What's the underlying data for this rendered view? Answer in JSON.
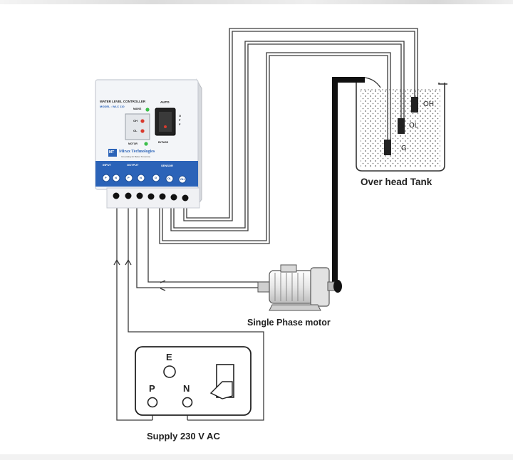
{
  "controller": {
    "title": "WATER LEVEL CONTROLLER",
    "model": "MODEL : WLC 110",
    "led_labels": {
      "power": "MAINS",
      "motor": "MOTOR"
    },
    "probe_labels": [
      "OH",
      "OL"
    ],
    "switch_labels": {
      "auto": "AUTO",
      "off": "OFF",
      "bypass": "BYPASS"
    },
    "brand": "Mirax Technologies",
    "brand_mark": "MT",
    "tagline": "Innovating for Better Tomorrow",
    "panel_groups": [
      "INPUT",
      "OUTPUT",
      "SENSOR"
    ],
    "terminals": [
      "P",
      "N",
      "P",
      "N",
      "G",
      "OL",
      "OH"
    ]
  },
  "tank": {
    "label": "Over head Tank",
    "probes": [
      "OH",
      "OL",
      "G"
    ]
  },
  "motor": {
    "label": "Single Phase motor"
  },
  "supply": {
    "label": "Supply 230 V AC",
    "terminals": {
      "earth": "E",
      "phase": "P",
      "neutral": "N"
    }
  },
  "colors": {
    "wire": "#3a3a3a",
    "pipe": "#111111",
    "panel_blue": "#2b63b8",
    "controller_body": "#f3f5f8",
    "led_green": "#3cbf4a",
    "led_red": "#d83a2e"
  }
}
